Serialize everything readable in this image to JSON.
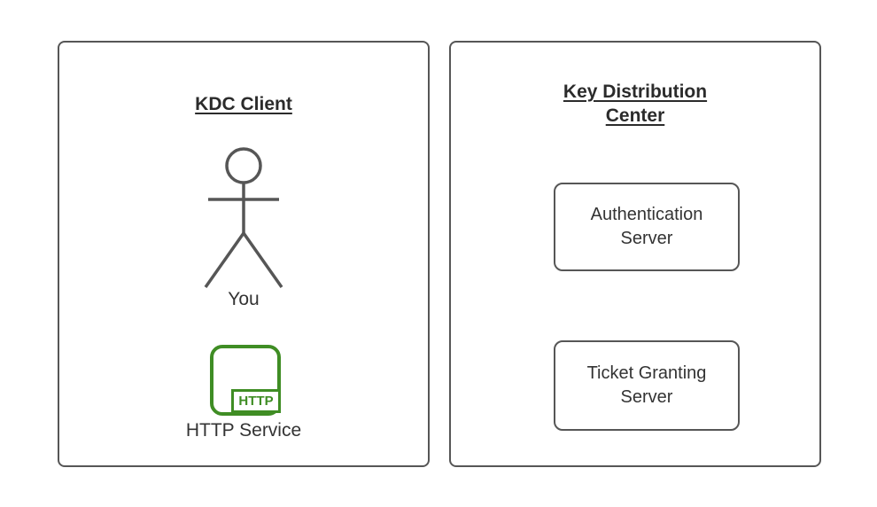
{
  "diagram": {
    "client_panel": {
      "title": "KDC Client",
      "actor_label": "You",
      "service_badge": "HTTP",
      "service_label": "HTTP Service"
    },
    "kdc_panel": {
      "title": "Key Distribution Center",
      "nodes": [
        {
          "label": "Authentication Server"
        },
        {
          "label": "Ticket Granting Server"
        }
      ]
    },
    "colors": {
      "background": "#ffffff",
      "outline_gray": "#565656",
      "text_dark": "#2b2b2b",
      "text_body": "#333333",
      "accent_green": "#3f8d24"
    },
    "icons": [
      "person-icon",
      "http-service-icon"
    ]
  }
}
